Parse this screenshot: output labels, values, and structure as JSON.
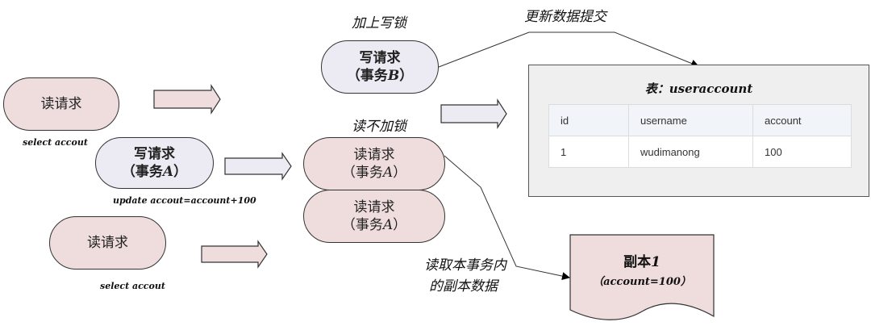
{
  "left": {
    "read1": {
      "label": "读请求",
      "caption": "select accout"
    },
    "write": {
      "label": "写请求",
      "sub_pre": "（事务",
      "sub_var": "A",
      "sub_post": "）",
      "caption": "update accout=account+100"
    },
    "read2": {
      "label": "读请求",
      "caption": "select accout"
    }
  },
  "middle": {
    "write_lock_label": "加上写锁",
    "write_b": {
      "label": "写请求",
      "sub_pre": "（事务",
      "sub_var": "B",
      "sub_post": "）"
    },
    "no_lock_label": "读不加锁",
    "read_a1": {
      "label": "读请求",
      "sub_pre": "（事务",
      "sub_var": "A",
      "sub_post": "）"
    },
    "read_a2": {
      "label": "读请求",
      "sub_pre": "（事务",
      "sub_var": "A",
      "sub_post": "）"
    },
    "read_copy_label_1": "读取本事务内",
    "read_copy_label_2": "的副本数据"
  },
  "commit_label": "更新数据提交",
  "table": {
    "title": "表：useraccount",
    "headers": [
      "id",
      "username",
      "account"
    ],
    "rows": [
      [
        "1",
        "wudimanong",
        "100"
      ]
    ]
  },
  "copy_doc": {
    "title": "副本",
    "title_var": "1",
    "value": "（account=100）"
  },
  "colors": {
    "pink": "#efdcdc",
    "lavender": "#ecebf3",
    "border": "#333333"
  }
}
